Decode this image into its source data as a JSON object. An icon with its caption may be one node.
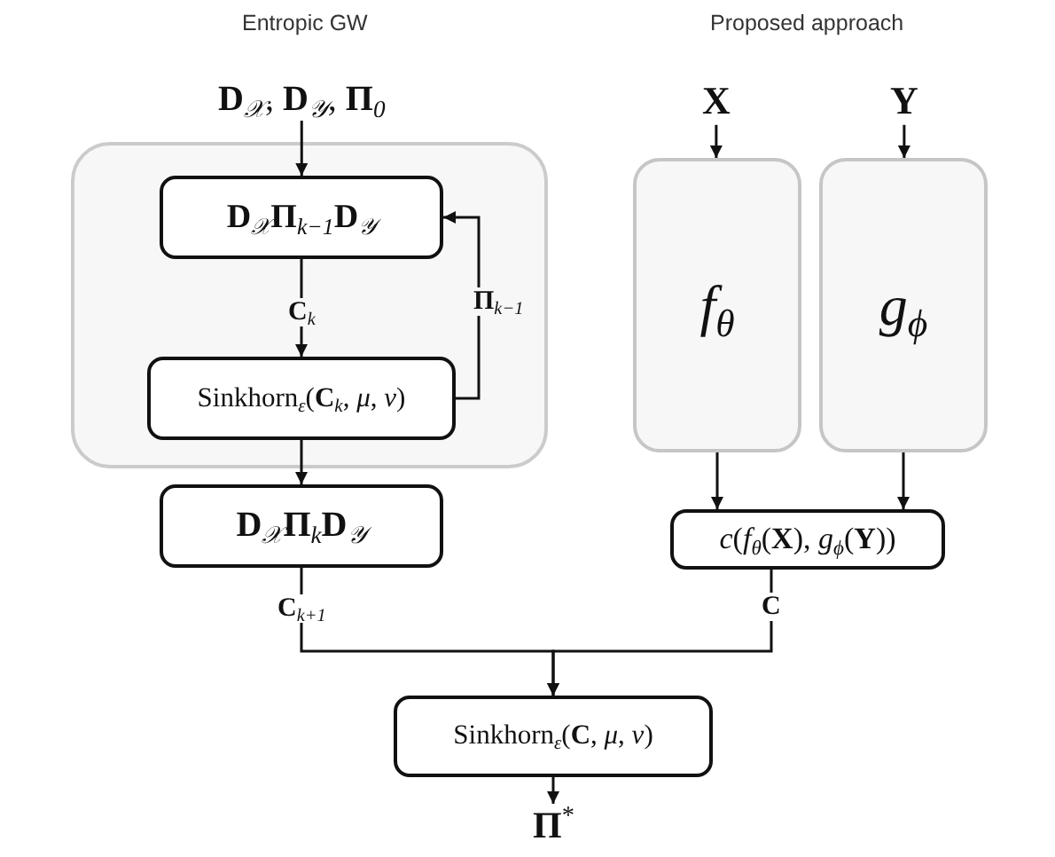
{
  "diagram": {
    "nodes": [
      {
        "text": [
          "**D**$_{𝒳}$, **D**$_{𝒴}$, **Π**$_{0}$"
        ]
      },
      {
        "text": [],
        "shape": "box"
      },
      {
        "text": [
          "**D**$_{𝒳}$**Π**$_{k−1}$**D**$_{𝒴}$"
        ],
        "in": 1
      },
      {
        "text": [
          "Sinkhorn$_{ε}$(**C**$_{k}$, *μ*, *ν*)"
        ],
        "in": 1
      },
      {
        "text": [
          "**D**$_{𝒳}$**Π**$_{k}$**D**$_{𝒴}$"
        ]
      },
      {
        "text": [
          "X"
        ]
      },
      {
        "text": [
          "Y"
        ]
      },
      {
        "text": [
          "f$_{θ}$"
        ]
      },
      {
        "text": [
          "g$_{ϕ}$"
        ]
      },
      {
        "text": [
          "*c*(*f*$_{θ}$(**X**), *g*$_{ϕ}$(**Y**))"
        ]
      },
      {
        "text": [
          "Sinkhorn$_{ε}$(**C**, *μ*, *ν*)"
        ]
      },
      {
        "text": [
          "**Π**$^{*}$"
        ]
      }
    ],
    "edges": [
      {
        "from": 0,
        "to": 2,
        "arrow": "to"
      },
      {
        "from": 2,
        "to": 3,
        "arrow": "to",
        "label": "**C**$_{k}$"
      },
      {
        "from": 3,
        "to": 2,
        "arrow": "to",
        "label": "**Π**$_{k−1}$"
      },
      {
        "from": 3,
        "to": 4,
        "arrow": "to"
      },
      {
        "from": 5,
        "to": 7,
        "arrow": "to"
      },
      {
        "from": 6,
        "to": 8,
        "arrow": "to"
      },
      {
        "from": 7,
        "to": 9,
        "arrow": "to"
      },
      {
        "from": 8,
        "to": 9,
        "arrow": "to"
      },
      {
        "from": 4,
        "to": 10,
        "arrow": "to",
        "label": "**C**$_{k+1}$"
      },
      {
        "from": 9,
        "to": 10,
        "arrow": "to",
        "label": "C"
      },
      {
        "from": 10,
        "to": 11,
        "arrow": "to"
      }
    ],
    "labels": [
      "Entropic GW",
      "Proposed approach"
    ]
  }
}
